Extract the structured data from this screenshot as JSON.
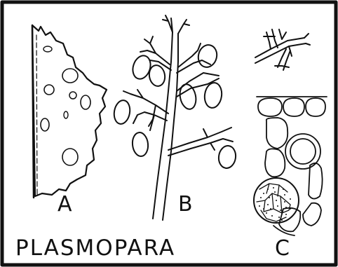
{
  "figure": {
    "title": "PLASMOPARA",
    "panel_labels": {
      "a": "A",
      "b": "B",
      "c": "C"
    },
    "colors": {
      "ink": "#111111",
      "paper": "#ffffff"
    }
  }
}
